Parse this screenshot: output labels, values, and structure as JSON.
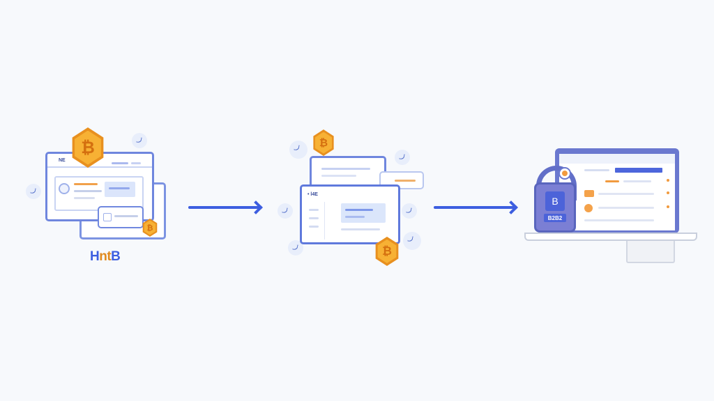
{
  "diagram": {
    "stage1": {
      "caption_part1": "H",
      "caption_part2": "nt",
      "caption_part3": "B",
      "header_text": "NE",
      "coin_symbol": "₿"
    },
    "stage2": {
      "header_text": "• l4E",
      "coin_symbol": "₿"
    },
    "stage3": {
      "lock_label": "B",
      "lock_badge_text": "B2B2"
    },
    "colors": {
      "primary_blue": "#3d5ee0",
      "window_border": "#6f86de",
      "coin_orange": "#f7b134",
      "lock_purple": "#7b7fd4"
    },
    "icons": [
      "bitcoin-icon",
      "moon-icon",
      "padlock-icon",
      "laptop-icon",
      "arrow-right-icon"
    ]
  }
}
